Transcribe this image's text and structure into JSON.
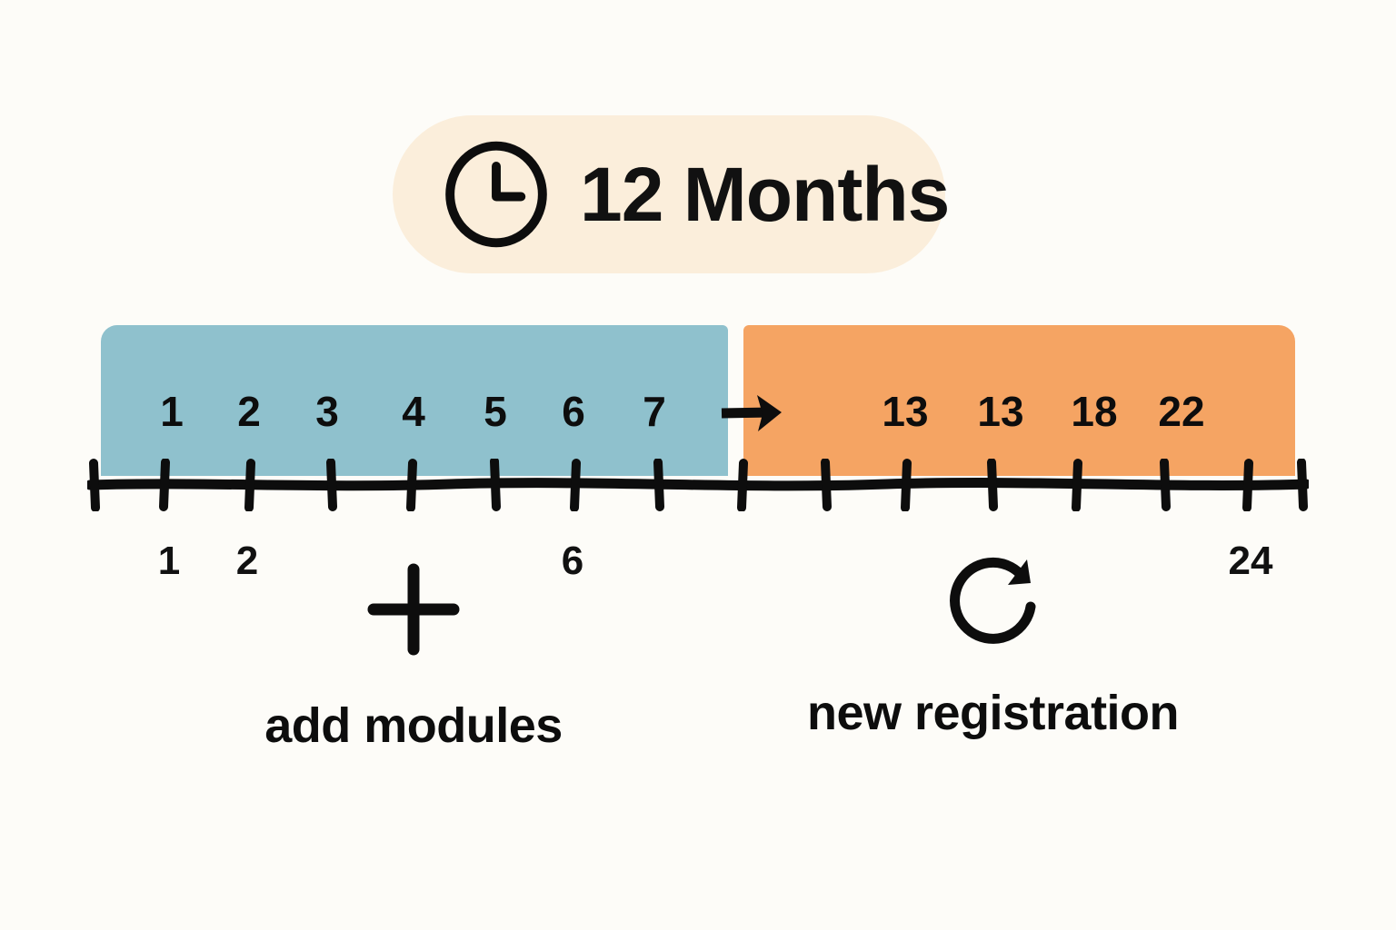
{
  "page": {
    "background_color": "#fdfcf8",
    "text_color": "#0d0d0d"
  },
  "badge": {
    "icon": "clock-icon",
    "label": "12 Months",
    "background_color": "#fbeedb"
  },
  "chart_data": {
    "type": "bar",
    "title": "12 Months",
    "xlabel": "",
    "ylabel": "",
    "axis_range": [
      0,
      24
    ],
    "grid": false,
    "legend_position": "below",
    "tick_count": 14,
    "axis_tick_labels": [
      {
        "value": 1,
        "label": "1"
      },
      {
        "value": 2,
        "label": "2"
      },
      {
        "value": 6,
        "label": "6"
      },
      {
        "value": 24,
        "label": "24"
      }
    ],
    "segments": [
      {
        "name": "add modules",
        "color": "#8fc1cd",
        "start": 0,
        "end": 12,
        "values": [
          1,
          2,
          3,
          4,
          5,
          6,
          7
        ],
        "labels": [
          "1",
          "2",
          "3",
          "4",
          "5",
          "6",
          "7"
        ]
      },
      {
        "name": "new registration",
        "color": "#f5a463",
        "start": 12,
        "end": 24,
        "values": [
          13,
          13,
          18,
          22
        ],
        "labels": [
          "13",
          "13",
          "18",
          "22"
        ]
      }
    ],
    "annotations": [
      {
        "icon": "plus-icon",
        "label": "add modules"
      },
      {
        "icon": "refresh-icon",
        "label": "new registration"
      },
      {
        "icon": "arrow-right-icon",
        "label": ""
      }
    ]
  },
  "blue_bar": {
    "color": "#8fc1cd",
    "numbers": [
      "1",
      "2",
      "3",
      "4",
      "5",
      "6",
      "7"
    ]
  },
  "orange_bar": {
    "color": "#f5a463",
    "numbers": [
      "13",
      "13",
      "18",
      "22"
    ]
  },
  "axis": {
    "labels": [
      "1",
      "2",
      "6",
      "24"
    ]
  },
  "annotations": {
    "add_modules": {
      "icon": "plus-icon",
      "label": "add modules"
    },
    "new_registration": {
      "icon": "refresh-icon",
      "label": "new registration"
    }
  }
}
